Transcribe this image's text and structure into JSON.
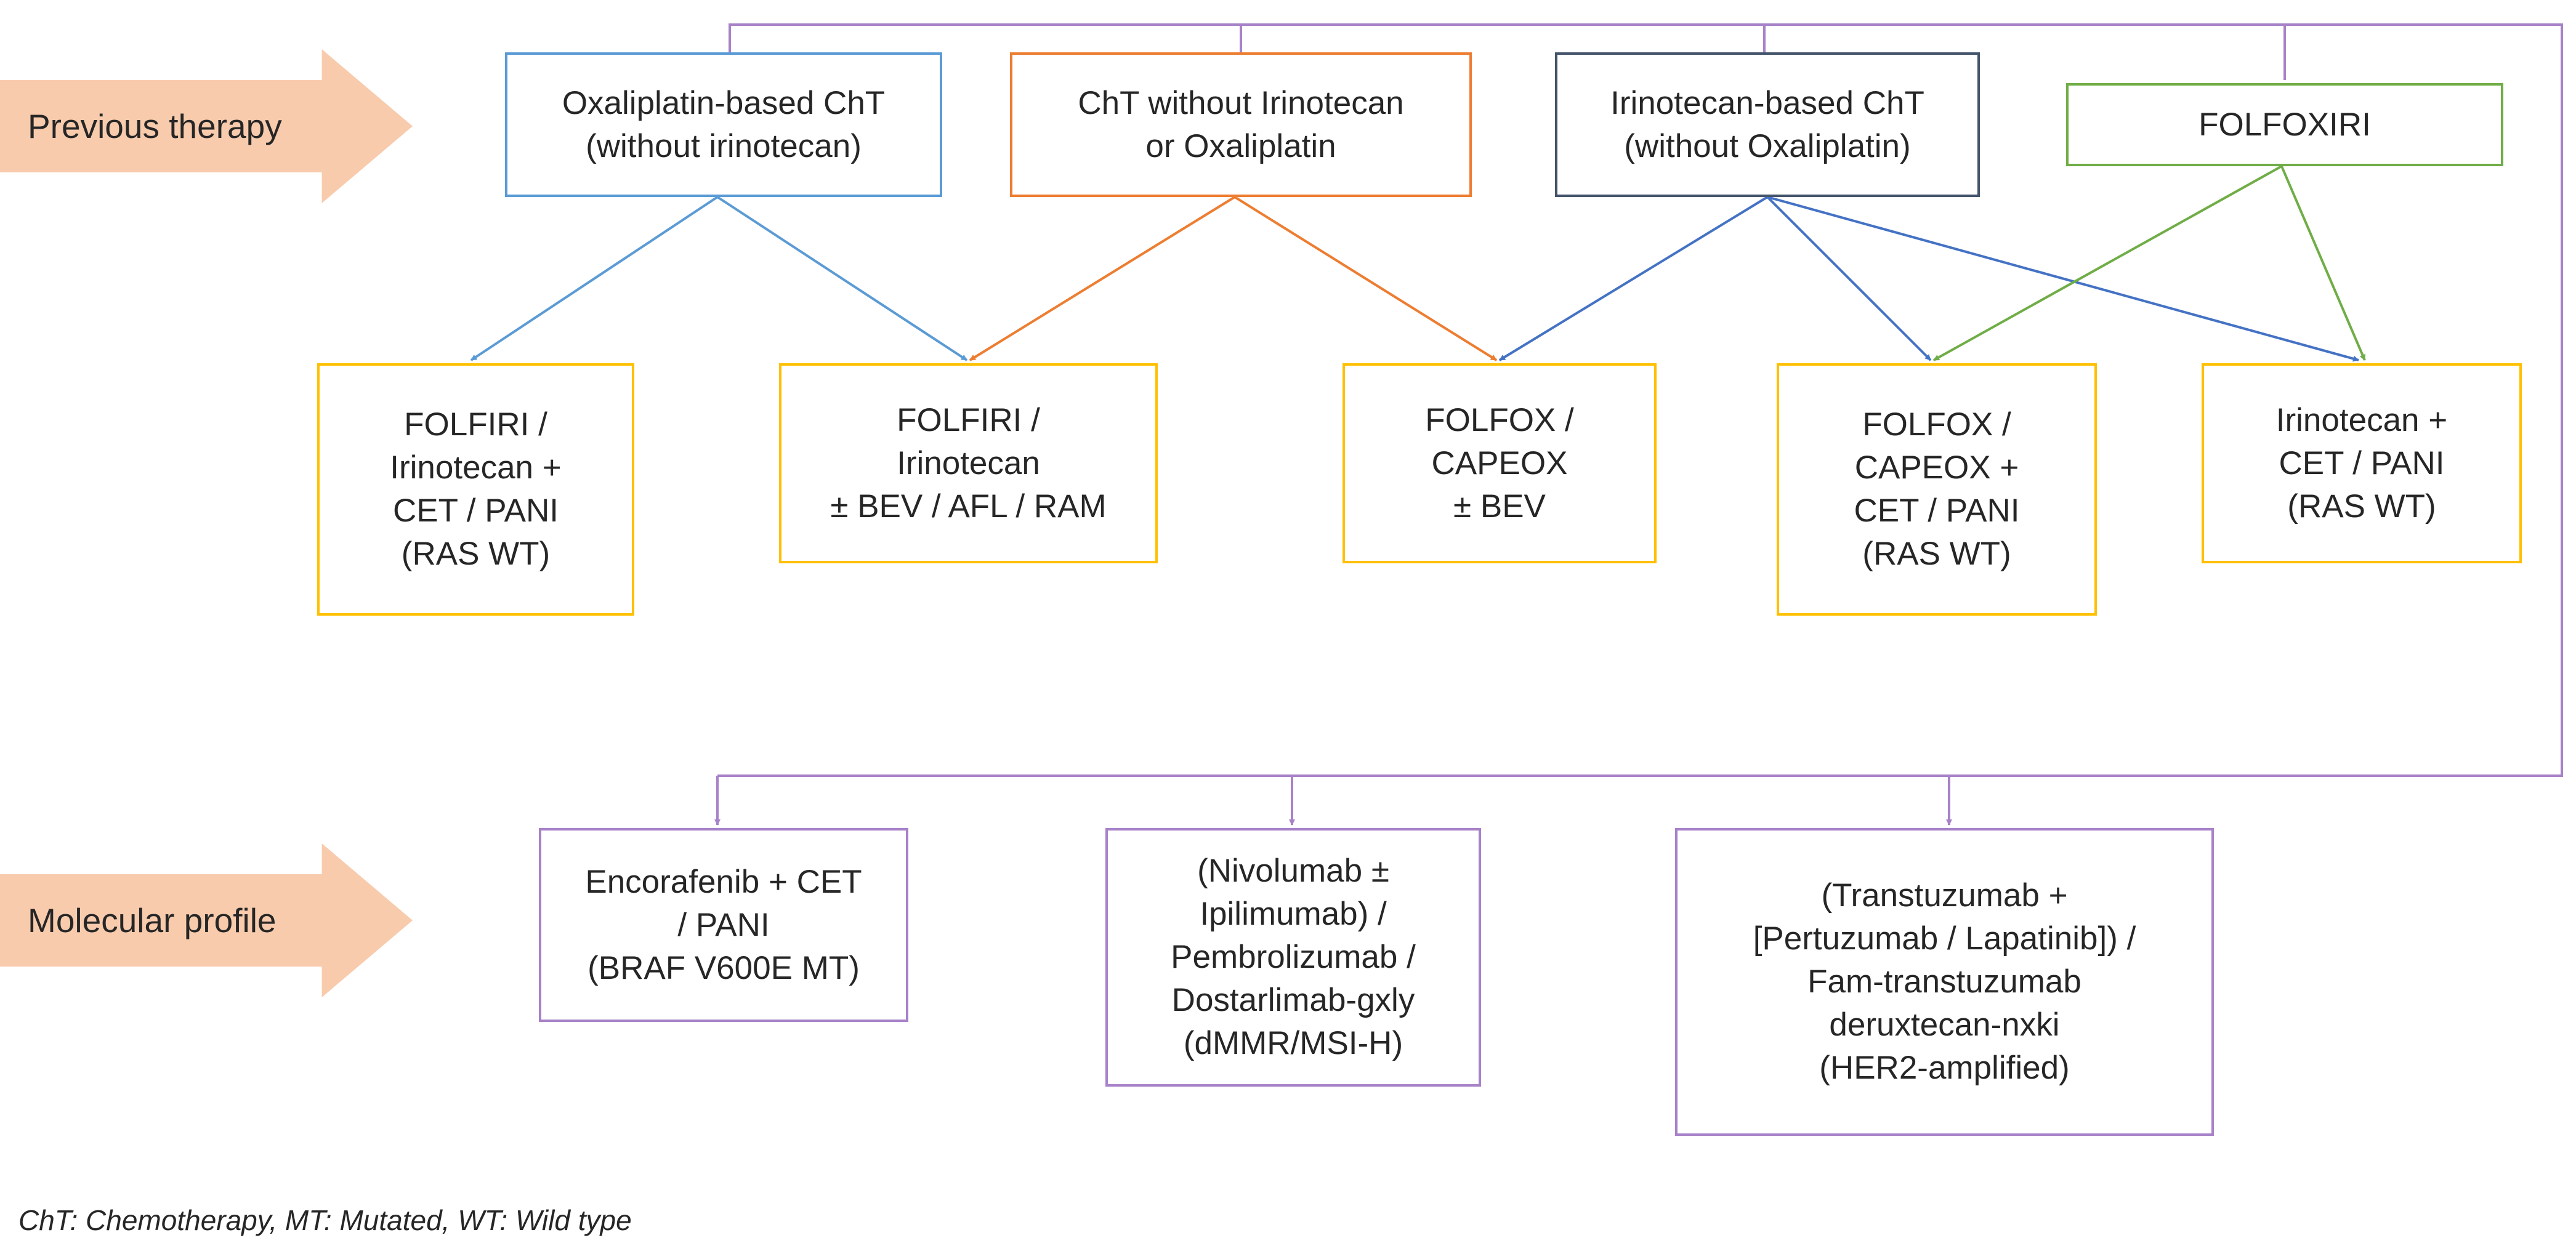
{
  "labels": {
    "previous_therapy": "Previous therapy",
    "molecular_profile": "Molecular profile"
  },
  "previous": {
    "oxaliplatin": "Oxaliplatin-based ChT\n(without irinotecan)",
    "no_irino_oxali": "ChT without Irinotecan\nor Oxaliplatin",
    "irinotecan": "Irinotecan-based ChT\n(without Oxaliplatin)",
    "folfoxiri": "FOLFOXIRI"
  },
  "regimens": {
    "r1": "FOLFIRI /\nIrinotecan +\nCET / PANI\n(RAS WT)",
    "r2": "FOLFIRI /\nIrinotecan\n± BEV / AFL / RAM",
    "r3": "FOLFOX /\nCAPEOX\n± BEV",
    "r4": "FOLFOX /\nCAPEOX +\nCET / PANI\n(RAS WT)",
    "r5": "Irinotecan +\nCET / PANI\n(RAS WT)"
  },
  "molecular": {
    "braf": "Encorafenib + CET\n/ PANI\n(BRAF V600E MT)",
    "dmmr": "(Nivolumab ±\nIpilimumab) /\nPembrolizumab /\nDostarlimab-gxly\n(dMMR/MSI-H)",
    "her2": "(Transtuzumab +\n[Pertuzumab / Lapatinib]) /\nFam-transtuzumab\nderuxtecan-nxki\n(HER2-amplified)"
  },
  "footnote": "ChT: Chemotherapy, MT: Mutated, WT: Wild type",
  "colors": {
    "blue": "#5b9bd5",
    "orange": "#ed7d31",
    "navy": "#44546a",
    "green": "#70ad47",
    "yellow": "#ffc000",
    "purple": "#a882c8",
    "label_arrow": "#f8cbad"
  }
}
